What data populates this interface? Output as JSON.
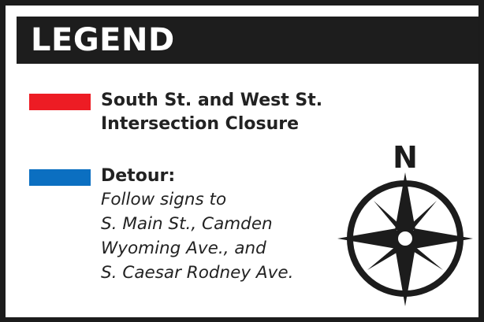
{
  "legend": {
    "title": "LEGEND"
  },
  "items": [
    {
      "title": "South St. and West St. Intersection Closure",
      "color": "#ed1c24",
      "swatch_label": "red-line"
    },
    {
      "title": "Detour:",
      "color": "#0b6fc1",
      "swatch_label": "blue-line",
      "lines": [
        "Follow signs to",
        "S. Main St., Camden",
        "Wyoming Ave., and",
        "S. Caesar Rodney Ave."
      ]
    }
  ],
  "compass": {
    "north_label": "N",
    "icon": "compass-rose-icon"
  },
  "colors": {
    "frame": "#1c1c1c",
    "header_bg": "#1d1d1d",
    "header_text": "#ffffff",
    "text": "#222222"
  }
}
